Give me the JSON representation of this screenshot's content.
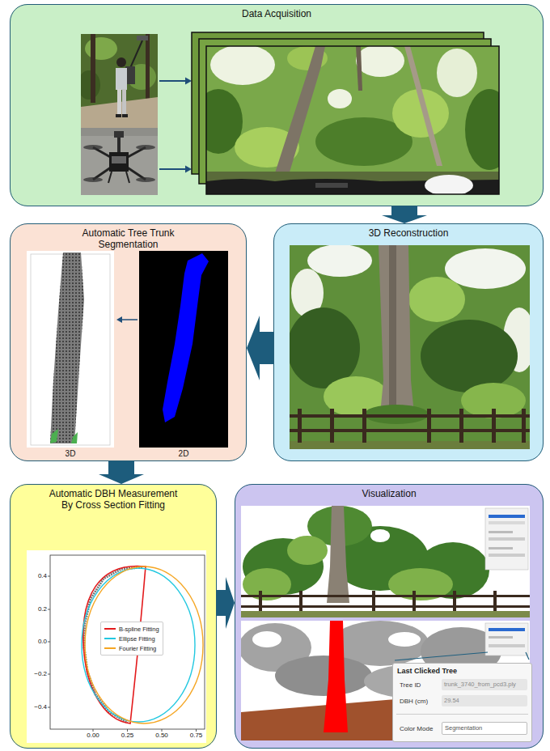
{
  "diagram": {
    "nodes": [
      {
        "text": [
          "Data Acquisition"
        ]
      },
      {
        "text": [
          "Automatic Tree Trunk Segmentation"
        ]
      },
      {
        "text": [
          "3D Reconstruction"
        ]
      },
      {
        "text": [
          "Automatic DBH Measurement By Cross Section Fitting"
        ]
      },
      {
        "text": [
          "Visualization"
        ]
      },
      {
        "text": [
          "Last Clicked Tree",
          "Tree ID",
          "trunk_3740_from_pcd3.ply",
          "DBH (cm)",
          "29.54",
          "Color Mode",
          "Segmentation"
        ],
        "in": 4
      }
    ],
    "edges": [
      {
        "from": 0,
        "to": 2,
        "arrow": "to"
      },
      {
        "from": 2,
        "to": 1,
        "arrow": "to"
      },
      {
        "from": 1,
        "to": 3,
        "arrow": "to"
      },
      {
        "from": 3,
        "to": 4,
        "arrow": "to"
      }
    ],
    "labels": [
      "3D",
      "2D",
      "0.4",
      "0.2",
      "0.0",
      "−0.2",
      "−0.4",
      "0.00",
      "0.25",
      "0.50",
      "0.75"
    ],
    "legend": [
      {
        "text": "B-spline Fitting",
        "color": "#e31a1c"
      },
      {
        "text": "Ellipse Fitting",
        "color": "#22c8e0"
      },
      {
        "text": "Fourier Fitting",
        "color": "#f5a623"
      }
    ]
  }
}
